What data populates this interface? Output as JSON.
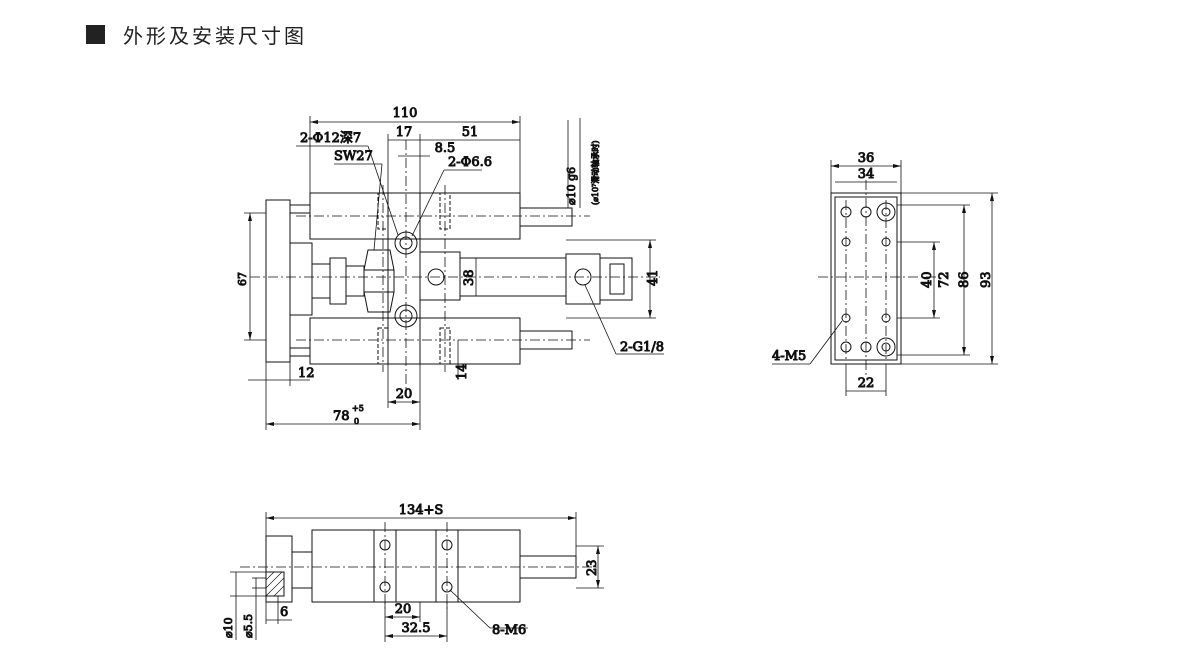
{
  "header": {
    "title": "外形及安装尺寸图"
  },
  "front_view": {
    "dim_110": "110",
    "dim_holes12": "2-Φ12深7",
    "dim_17": "17",
    "dim_51": "51",
    "dim_sw27": "SW27",
    "dim_8_5": "8.5",
    "dim_holes66": "2-Φ6.6",
    "dim_phi10": "⌀10 g6",
    "dim_phi10_note": "(⌀10⁷滑动轴承时)",
    "dim_67": "67",
    "dim_38": "38",
    "dim_41": "41",
    "dim_g18": "2-G1/8",
    "dim_12": "12",
    "dim_20": "20",
    "dim_14": "14",
    "dim_78": "78",
    "dim_78_upper": "+5",
    "dim_78_lower": "0"
  },
  "side_view": {
    "dim_36": "36",
    "dim_34": "34",
    "dim_40": "40",
    "dim_72": "72",
    "dim_86": "86",
    "dim_93": "93",
    "dim_m5": "4-M5",
    "dim_22": "22"
  },
  "top_view": {
    "dim_134s": "134+S",
    "dim_23": "23",
    "dim_phi10": "⌀10",
    "dim_phi5_5": "⌀5.5",
    "dim_6": "6",
    "dim_20": "20",
    "dim_32_5": "32.5",
    "dim_m6": "8-M6"
  }
}
